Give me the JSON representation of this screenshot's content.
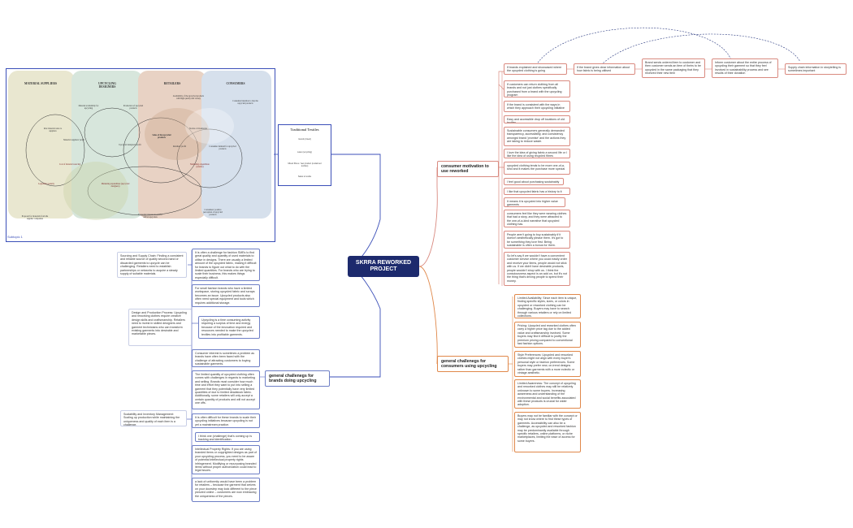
{
  "central": "SKRRA REWORKED PROJECT",
  "topics": {
    "motivation": "consumer motivation to use reworked",
    "challenges_consumers": "general challenegs for consumers using upcycling",
    "challenges_brands": "general challenegs for brands doing upcycling"
  },
  "image_embed": {
    "subtopic_label": "Subtopic 1",
    "lanes": [
      "MATERIAL SUPPLIERS",
      "UPCYCLING DESIGNERS",
      "RETAILERS",
      "CONSUMERS"
    ],
    "labels": [
      "Material availability for upcycling",
      "Production of upcycled products",
      "Availability of the upcycled products with high quality and variety",
      "Consumer intention to buy the upcycled products",
      "Raw material sales to suppliers",
      "Material suppliers' profit",
      "Sales of the upcycled products",
      "Stocks or inventories",
      "Consumer demand for upcycled products",
      "Cost of material sourcing",
      "Upcycled designers' profit",
      "Retailers' profit",
      "Marketing expenditure (retailer)",
      "Legislative penalty",
      "Marketing expenditure (upcycled designers)",
      "Consumers' positive perception of upcycled products",
      "Proposal for materials from the supplier companies",
      "Economic interest in retailer and/or upcyclers"
    ]
  },
  "traditional_textiles": {
    "title": "Traditional Textiles",
    "steps": [
      "Goods (Used)",
      "Laws (recycling)",
      "Mixed fibres / raw product (reclaimed textiles)",
      "Sales to textile"
    ]
  },
  "motivation_top": [
    "If brands explained and showcased where the upcycled clothing is going",
    "If the brand gives clear information about how fabric is being utilised",
    "Brand sends ordered item to customer and then customer sends an item of theirs to be upcycled in the same packaging that they received their new item",
    "Inform customer about the entire process of upcycling their garment so that they feel involved in sustainability process and see results of their donation",
    "Supply chain information in storytelling is sometimes important"
  ],
  "motivation_items": [
    "If customers can return clothing from all brands and not just clothes specifically purchased from a brand with the upcycling program",
    "If the brand is consistent with the ways in which they approach their upcycling initiative",
    "Easy and accessible drop off locations of old textiles",
    "Sustainable consumers generally demanded transparency, accessibility, and consistency amongst brand 'promise' and the actions they are taking to reduce waste.",
    "I love the idea of giving fabric a second life or I like the idea of using recycled fibres",
    "upcycled clothing tends to be more one-of-a-kind and it makes the purchase more special",
    "I feel good about purchasing sustainably",
    "I like that upcycled fabric has a history to it",
    "It means it is upcycled into higher value garments",
    "consumers feel like they were wearing clothes that had a story, and they were attracted to the one-of-a-kind narrative that upcycled clothing has.",
    "People aren't going to buy sustainably if it doesn't aesthetically please them. It's got to be something they love first. Being sustainable is often a bonus for them.",
    "So let's say if we wouldn't have a convenient customer service where you could easily order and receive your items, people would not stick with us. If we didn't have desirable products, people wouldn't shop with us. I think the consciousness aspect is an add on, but it's not the thing that's driving people to spend their money."
  ],
  "consumer_challenges": [
    "Limited Availability: Since each item is unique, finding specific styles, sizes, or colors in upcycled or reworked clothing can be challenging. Buyers may have to search through various retailers or rely on limited collections.",
    "Pricing: Upcycled and reworked clothes often carry a higher price tag due to the added value and craftsmanship involved. Some buyers may find it difficult to justify the premium pricing compared to conventional fast fashion options.",
    "Style Preferences: Upcycled and reworked clothes might not align with every buyer's personal style or fashion preferences. Some buyers may prefer new, on-trend designs rather than garments with a more eclectic or vintage aesthetic.",
    "Limited Awareness: The concept of upcycling and reworked clothes may still be relatively unknown to some buyers. Increasing awareness and understanding of the environmental and social benefits associated with these products is crucial for wider adoption.",
    "Buyers may not be familiar with the concept or may not know where to find these types of garments. Accessibility can also be a challenge, as upcycled and reworked fashion may be predominantly available through specific retailers, online platforms, or niche marketplaces, limiting the ease of access for some buyers."
  ],
  "brand_challenges": [
    "It is often a challenge for fashion SMEs to find great quality and quantity of used materials to utilise in designs. There are usually a limited amount of the upcycled fabric, making it difficult for brands to figure out what to do with the limited quantities. For brands who are trying to scale their business, this makes things especially difficult.",
    "For small fashion brands who have a limited workspace, storing upcycled fabric and scraps becomes an issue. Upcycled products also often need special equipment and tools which requires additional storage.",
    "Upcycling is a time consuming activity requiring a surplus of time and energy because of the innovation required and resources needed to make the upcycled textiles into profitable garments.",
    "Consumer interest is sometimes a problem as brands have often been faced with the challenge of attracting customers to buying sustainable garments.",
    "The limited quantity of upcycled clothing often comes with challenges in regards to marketing and selling. Brands must consider how much time and effort they want to put into selling a garment that they potentially have very limited quantities of due to limited deadstock fabric. Additionally, some retailers will only accept a certain quantity of products and will not accept one offs.",
    "It is often difficult for these brands to scale their upcycling initiatives because upcycling is not yet a mainstream practice.",
    "I think one (challenge) that's coming up is tracking and identification.",
    "Intellectual Property Rights: If you are using branded items or copyrighted designs as part of your upcycling process, you need to be aware of potential intellectual property rights infringement. Modifying or repurposing branded items without proper authorization could lead to legal issues.",
    "a lack of uniformity would have been a problem for retailers – because the garment that arrives on your doorstep may look different to the piece pictured online – customers are now embracing the uniqueness of the pieces."
  ],
  "brand_side_notes": [
    "Sourcing and Supply Chain: Finding a consistent and reliable source of quality second-hand or discarded garments to upcycle can be challenging. Retailers need to establish partnerships or networks to acquire a steady supply of suitable materials.",
    "Design and Production Process: Upcycling and reworking clothes require creative design skills and craftsmanship. Retailers need to invest in skilled designers and garment technicians who can transform existing garments into desirable and marketable pieces.",
    "Scalability and Inventory Management: Scaling up production while maintaining the uniqueness and quality of each item is a challenge."
  ],
  "colors": {
    "central": "#1d2a6d",
    "blue_branch": "#3b4fb8",
    "red_branch": "#d98a80",
    "orange_branch": "#e0884a",
    "lane_suppliers": "#e9e7d0",
    "lane_designers": "#d7e6dc",
    "lane_retailers": "#e8d2c4",
    "lane_consumers": "#d6e0ec"
  }
}
